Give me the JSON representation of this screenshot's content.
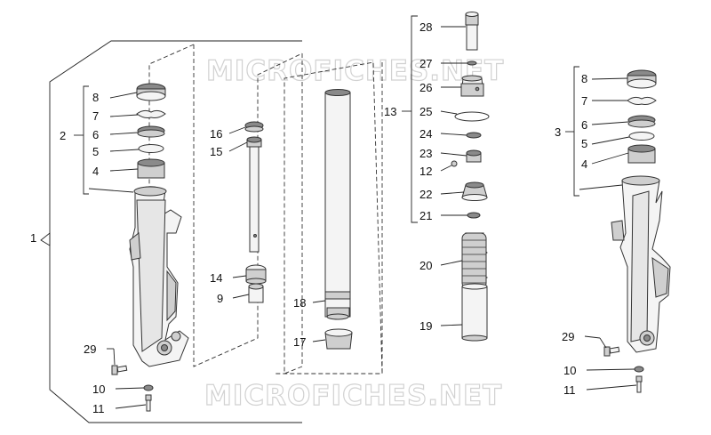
{
  "watermark": "MICROFICHES.NET",
  "labels": {
    "l1": "1",
    "l2": "2",
    "l3": "3",
    "l4a": "4",
    "l4b": "4",
    "l5a": "5",
    "l5b": "5",
    "l6a": "6",
    "l6b": "6",
    "l7a": "7",
    "l7b": "7",
    "l8a": "8",
    "l8b": "8",
    "l9": "9",
    "l10a": "10",
    "l10b": "10",
    "l11a": "11",
    "l11b": "11",
    "l12": "12",
    "l13": "13",
    "l14": "14",
    "l15": "15",
    "l16": "16",
    "l17": "17",
    "l18": "18",
    "l19": "19",
    "l20": "20",
    "l21": "21",
    "l22": "22",
    "l23": "23",
    "l24": "24",
    "l25": "25",
    "l26": "26",
    "l27": "27",
    "l28": "28",
    "l29a": "29",
    "l29b": "29"
  }
}
